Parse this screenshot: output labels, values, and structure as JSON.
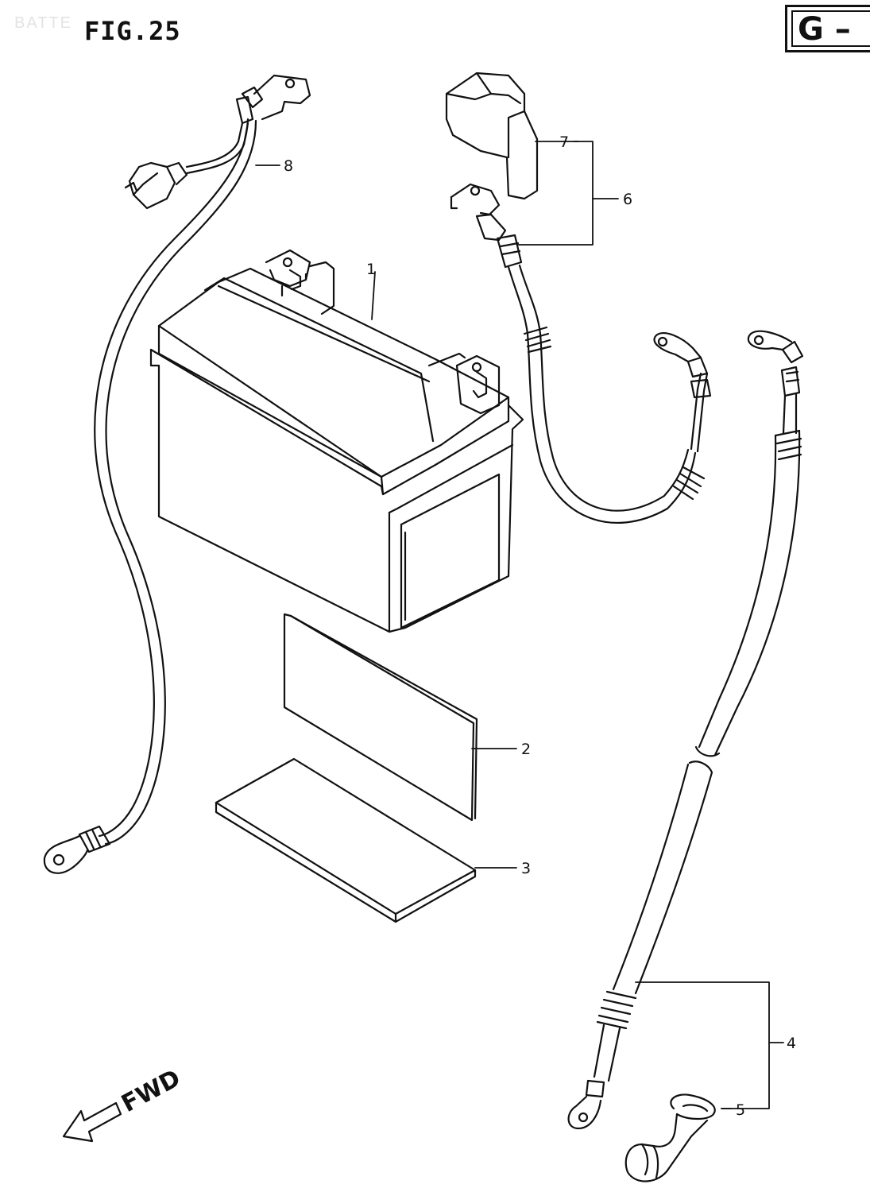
{
  "header": {
    "faded_label": "BATTE",
    "figure_title": "FIG.25",
    "group_code": "G –"
  },
  "callouts": [
    {
      "id": "1",
      "label": "1"
    },
    {
      "id": "2",
      "label": "2"
    },
    {
      "id": "3",
      "label": "3"
    },
    {
      "id": "4",
      "label": "4"
    },
    {
      "id": "5",
      "label": "5"
    },
    {
      "id": "6",
      "label": "6"
    },
    {
      "id": "7",
      "label": "7"
    },
    {
      "id": "8",
      "label": "8"
    }
  ],
  "direction_marker": {
    "label": "FWD",
    "icon": "arrow-left-down-icon"
  },
  "colors": {
    "ink": "#111111",
    "paper": "#ffffff"
  }
}
